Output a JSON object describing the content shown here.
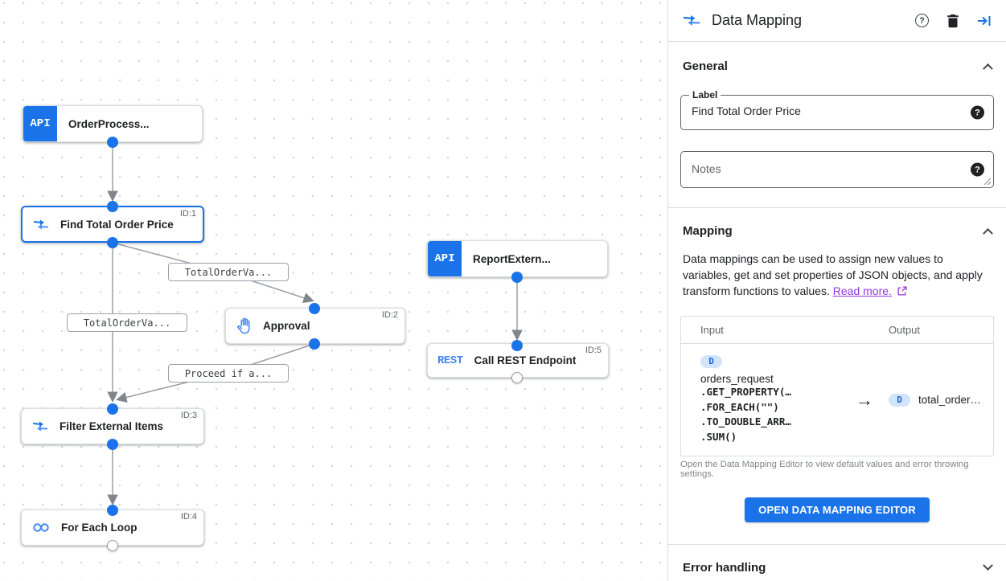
{
  "colors": {
    "accent": "#1a73e8",
    "link": "#9334e6",
    "badge_bg": "#d2e3fc",
    "badge_text": "#1967d2",
    "edge": "#9aa0a6"
  },
  "canvas": {
    "nodes": [
      {
        "badge": "API",
        "title": "OrderProcess..."
      },
      {
        "id": "ID:1",
        "title": "Find Total Order Price"
      },
      {
        "id": "ID:2",
        "title": "Approval"
      },
      {
        "id": "ID:3",
        "title": "Filter External Items"
      },
      {
        "id": "ID:4",
        "title": "For Each Loop"
      },
      {
        "badge": "API",
        "title": "ReportExtern..."
      },
      {
        "id": "ID:5",
        "badge": "REST",
        "title": "Call REST Endpoint"
      }
    ],
    "edge_labels": [
      "TotalOrderVa...",
      "TotalOrderVa...",
      "Proceed if a..."
    ]
  },
  "panel": {
    "header": {
      "title": "Data Mapping"
    },
    "icons": {
      "help_glyph": "?"
    },
    "general": {
      "heading": "General",
      "label_field": {
        "label": "Label",
        "value": "Find Total Order Price"
      },
      "notes_field": {
        "placeholder": "Notes"
      }
    },
    "mapping": {
      "heading": "Mapping",
      "description": "Data mappings can be used to assign new values to variables, get and set properties of JSON objects, and apply transform functions to values.",
      "read_more": "Read more.",
      "table": {
        "input_header": "Input",
        "output_header": "Output",
        "row": {
          "input_badge": "D",
          "input_var": "orders_request",
          "input_functions": [
            ".GET_PROPERTY(…",
            ".FOR_EACH(\"\")",
            ".TO_DOUBLE_ARR…",
            ".SUM()"
          ],
          "arrow": "→",
          "output_badge": "D",
          "output_var": "total_order…"
        }
      },
      "helper": "Open the Data Mapping Editor to view default values and error throwing settings.",
      "button": "OPEN DATA MAPPING EDITOR"
    },
    "error_handling": {
      "heading": "Error handling"
    }
  }
}
